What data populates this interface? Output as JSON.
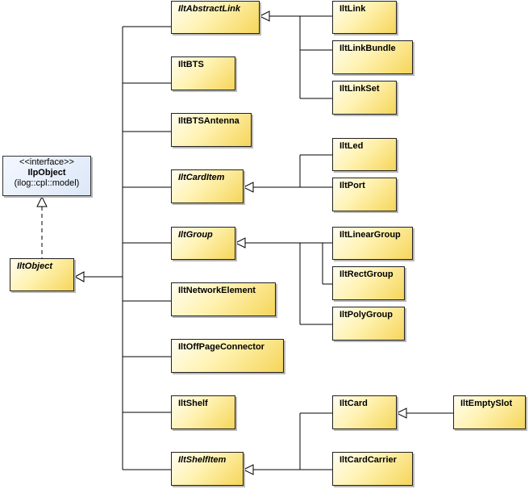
{
  "interface": {
    "stereotype": "<<interface>>",
    "name": "IlpObject",
    "package": "(ilog::cpl::model)"
  },
  "classes": {
    "root": "IltObject",
    "abstract_link": "IltAbstractLink",
    "bts": "IltBTS",
    "bts_antenna": "IltBTSAntenna",
    "card_item": "IltCardItem",
    "group": "IltGroup",
    "network_element": "IltNetworkElement",
    "off_page_connector": "IltOffPageConnector",
    "shelf": "IltShelf",
    "shelf_item": "IltShelfItem",
    "link": "IltLink",
    "link_bundle": "IltLinkBundle",
    "link_set": "IltLinkSet",
    "led": "IltLed",
    "port": "IltPort",
    "linear_group": "IltLinearGroup",
    "rect_group": "IltRectGroup",
    "poly_group": "IltPolyGroup",
    "card": "IltCard",
    "card_carrier": "IltCardCarrier",
    "empty_slot": "IltEmptySlot"
  },
  "colors": {
    "class_fill": "#fff2b0",
    "interface_fill": "#dce7f7",
    "line": "#000000"
  }
}
